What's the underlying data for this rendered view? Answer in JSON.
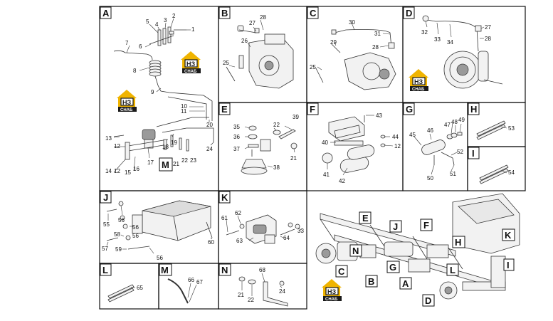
{
  "panels": [
    {
      "letter": "A"
    },
    {
      "letter": "B"
    },
    {
      "letter": "C"
    },
    {
      "letter": "D"
    },
    {
      "letter": "E"
    },
    {
      "letter": "F"
    },
    {
      "letter": "G"
    },
    {
      "letter": "H"
    },
    {
      "letter": "I"
    },
    {
      "letter": "J"
    },
    {
      "letter": "K"
    },
    {
      "letter": "L"
    },
    {
      "letter": "M"
    },
    {
      "letter": "N"
    }
  ],
  "logo": {
    "top_text": "НЗ",
    "bottom_text": "СНАБ",
    "color_yellow": "#f0b400",
    "color_dark": "#1a1a1a"
  },
  "panel_a_marker": "M",
  "labels": {
    "A": [
      "1",
      "2",
      "3",
      "4",
      "5",
      "6",
      "7",
      "8",
      "9",
      "10",
      "11",
      "20",
      "24",
      "13",
      "12",
      "14",
      "12",
      "15",
      "16",
      "17",
      "18",
      "19",
      "21",
      "22",
      "23"
    ],
    "B": [
      "28",
      "27",
      "26",
      "25"
    ],
    "C": [
      "30",
      "31",
      "29",
      "28",
      "25"
    ],
    "D": [
      "32",
      "33",
      "34",
      "27",
      "28"
    ],
    "E": [
      "39",
      "35",
      "22",
      "36",
      "37",
      "21",
      "38"
    ],
    "F": [
      "43",
      "40",
      "44",
      "12",
      "41",
      "42"
    ],
    "G": [
      "46",
      "49",
      "48",
      "47",
      "45",
      "52",
      "50",
      "51"
    ],
    "H": [
      "53"
    ],
    "I": [
      "54"
    ],
    "J": [
      "55",
      "56",
      "56",
      "56",
      "57",
      "58",
      "59",
      "56",
      "60"
    ],
    "K": [
      "61",
      "62",
      "63",
      "64",
      "33"
    ],
    "L": [
      "65"
    ],
    "M": [
      "66",
      "67"
    ],
    "N": [
      "68",
      "21",
      "22",
      "24"
    ]
  },
  "overview_callouts": [
    "E",
    "N",
    "J",
    "F",
    "H",
    "K",
    "C",
    "B",
    "G",
    "L",
    "A",
    "D",
    "I"
  ]
}
